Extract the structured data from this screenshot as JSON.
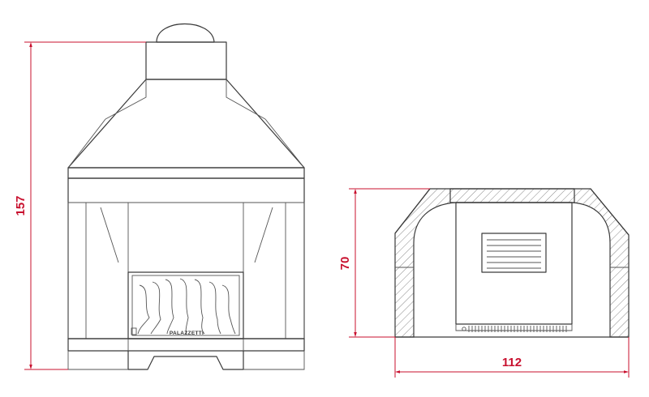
{
  "dimensions": {
    "height_label": "157",
    "depth_label": "70",
    "width_label": "112"
  },
  "brand_plate": "PALAZZETTI",
  "colors": {
    "dimension": "#c8102e",
    "line": "#3a3a3a",
    "hatch": "#555555"
  }
}
